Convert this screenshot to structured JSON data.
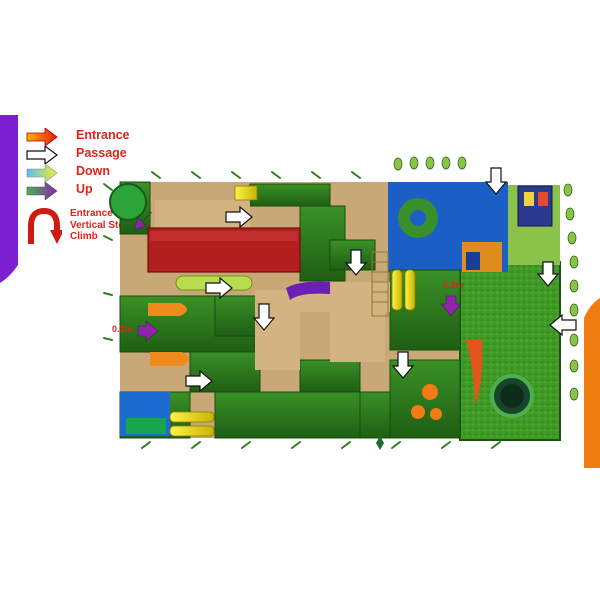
{
  "legend": {
    "items": [
      {
        "label": "Entrance",
        "icon": "red-orange-arrow-icon"
      },
      {
        "label": "Passage",
        "icon": "white-arrow-icon"
      },
      {
        "label": "Down",
        "icon": "yellow-arrow-icon"
      },
      {
        "label": "Up",
        "icon": "purple-arrow-icon"
      }
    ],
    "climb": {
      "label": "Entrance for Vertical Step Climb",
      "icon": "red-arch-arrow-icon"
    }
  },
  "plan": {
    "heights": [
      {
        "label": "0.3m"
      },
      {
        "label": "0.3m"
      }
    ]
  },
  "colors": {
    "legend_text": "#e2231a",
    "edge_left": "#7b1fd1",
    "edge_right": "#f07d10",
    "floor_beige": "#c9a877",
    "deck_green": "#2f7d1e",
    "turf_green": "#3f9a26",
    "red_pad": "#b31f1f",
    "blue_floor": "#1b5fc6"
  }
}
